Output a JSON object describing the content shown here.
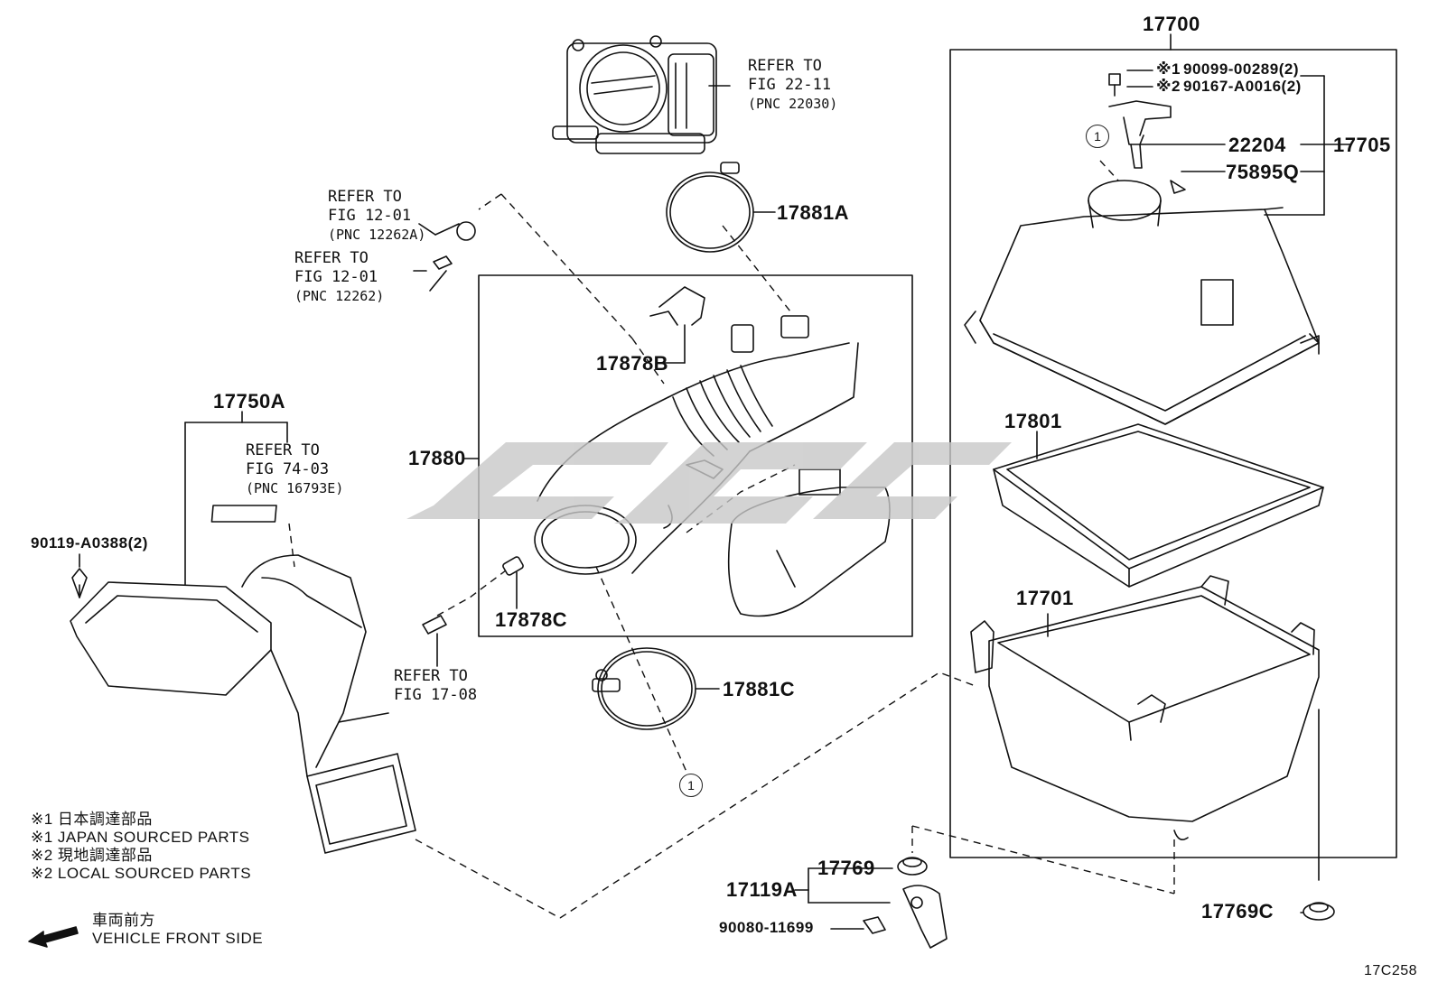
{
  "parts": {
    "p17700": "17700",
    "p17705": "17705",
    "p22204": "22204",
    "p75895q": "75895Q",
    "p90099": "90099-00289(2)",
    "p90099_mark": "※1",
    "p90167": "90167-A0016(2)",
    "p90167_mark": "※2",
    "p17801": "17801",
    "p17701": "17701",
    "p17881a": "17881A",
    "p17881c": "17881C",
    "p17878b": "17878B",
    "p17878c": "17878C",
    "p17880": "17880",
    "p17750a": "17750A",
    "p90119": "90119-A0388(2)",
    "p17769": "17769",
    "p17769c": "17769C",
    "p17119a": "17119A",
    "p90080": "90080-11699"
  },
  "refs": {
    "throttle": {
      "l1": "REFER TO",
      "l2": "FIG 22-11",
      "l3": "(PNC 22030)"
    },
    "pnc12262a": {
      "l1": "REFER TO",
      "l2": "FIG 12-01",
      "l3": "(PNC 12262A)"
    },
    "pnc12262": {
      "l1": "REFER TO",
      "l2": "FIG 12-01",
      "l3": "(PNC 12262)"
    },
    "pnc16793e": {
      "l1": "REFER TO",
      "l2": "FIG 74-03",
      "l3": "(PNC 16793E)"
    },
    "fig1708": {
      "l1": "REFER TO",
      "l2": "FIG 17-08"
    }
  },
  "callout": "1",
  "notes": {
    "n1": "※1  日本調達部品",
    "n2": "※1  JAPAN SOURCED PARTS",
    "n3": "※2  現地調達部品",
    "n4": "※2  LOCAL SOURCED PARTS"
  },
  "direction": {
    "jp": "車両前方",
    "en": "VEHICLE FRONT SIDE"
  },
  "figure_code": "17C258",
  "colors": {
    "line": "#111111",
    "watermark": "#c8c8c8"
  }
}
